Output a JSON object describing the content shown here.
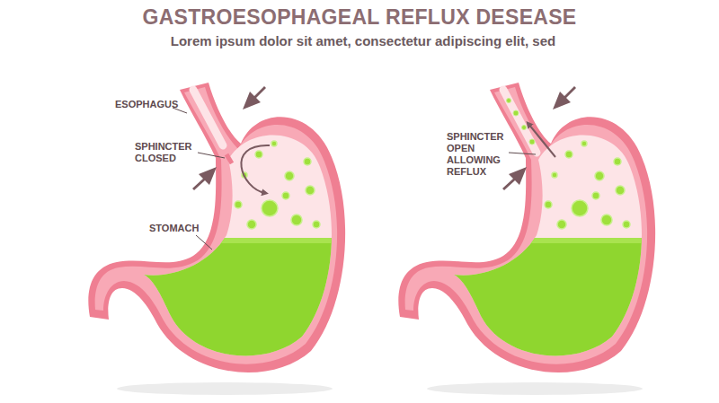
{
  "diagram": {
    "title": "GASTROESOPHAGEAL REFLUX DESEASE",
    "labels": [
      "Lorem ipsum dolor sit amet, consectetur adipiscing elit, sed",
      "ESOPHAGUS",
      "SPHINCTER CLOSED",
      "STOMACH",
      "SPHINCTER OPEN ALLOWING REFLUX"
    ]
  }
}
